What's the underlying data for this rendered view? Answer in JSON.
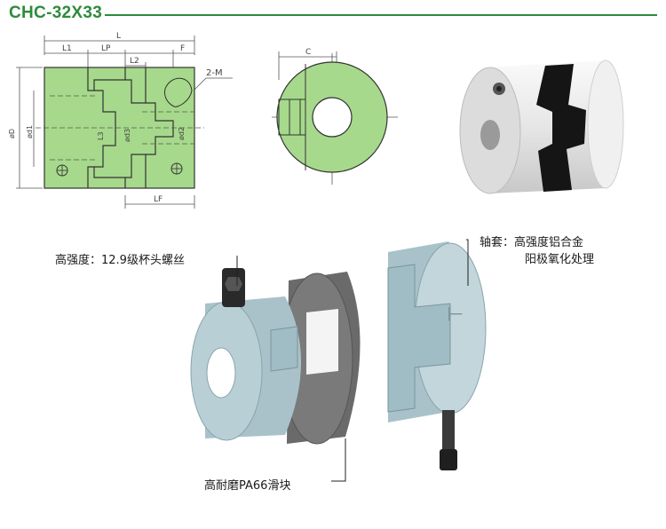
{
  "header": {
    "title": "CHC-32X33"
  },
  "drawing": {
    "labels": {
      "L": "L",
      "L1": "L1",
      "LP": "LP",
      "L2": "L2",
      "F": "F",
      "M": "2-M",
      "C": "C",
      "LF": "LF",
      "D": "øD",
      "d1": "ød1",
      "d2": "ød2",
      "d3": "ød3",
      "L3": "L3"
    }
  },
  "callouts": {
    "screw": "高强度：12.9级杯头螺丝",
    "sleeve_line1": "轴套：高强度铝合金",
    "sleeve_line2": "阳极氧化处理",
    "slider": "高耐磨PA66滑块"
  },
  "colors": {
    "accent": "#2e8b3c",
    "drawing_fill": "#a6d98b",
    "hub": "#b7cdd4",
    "slider": "#6e6e6e"
  }
}
